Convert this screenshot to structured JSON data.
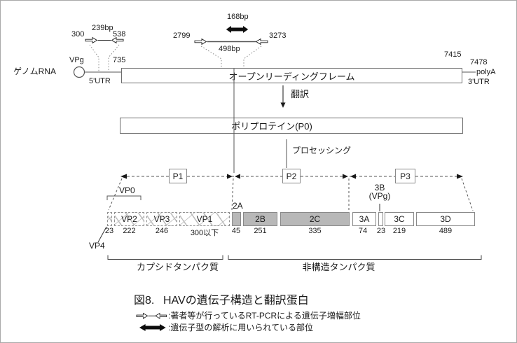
{
  "genome": {
    "label": "ゲノムRNA",
    "vpg": "VPg",
    "utr5": "5'UTR",
    "utr3": "3'UTR",
    "polya": "polyA",
    "orf_label": "オープンリーディングフレーム",
    "pos_orf_start": "735",
    "pos_orf_end": "7415",
    "pos_polya": "7478"
  },
  "primers": {
    "pair1": {
      "left_pos": "300",
      "right_pos": "538",
      "amplicon": "239bp"
    },
    "pair2": {
      "left_pos": "2799",
      "right_pos": "3273",
      "amplicon": "498bp",
      "genotyping": "168bp"
    }
  },
  "translation_label": "翻訳",
  "polyprotein_label": "ポリプロテイン(P0)",
  "processing_label": "プロセッシング",
  "regions": [
    {
      "label": "P1"
    },
    {
      "label": "P2"
    },
    {
      "label": "P3"
    }
  ],
  "annotations": {
    "vp0": "VP0",
    "vp4": "VP4",
    "a2": "2A",
    "b3": "3B",
    "b3_sub": "(VPg)"
  },
  "segments": [
    {
      "label": "",
      "size": "23"
    },
    {
      "label": "VP2",
      "size": "222"
    },
    {
      "label": "VP3",
      "size": "246"
    },
    {
      "label": "VP1",
      "size": "300以下"
    },
    {
      "label": "",
      "size": "45"
    },
    {
      "label": "2B",
      "size": "251"
    },
    {
      "label": "2C",
      "size": "335"
    },
    {
      "label": "3A",
      "size": "74"
    },
    {
      "label": "",
      "size": "23"
    },
    {
      "label": "3C",
      "size": "219"
    },
    {
      "label": "3D",
      "size": "489"
    }
  ],
  "brackets": {
    "capsid": "カプシドタンパク質",
    "nonstructural": "非構造タンパク質"
  },
  "caption": {
    "number": "図8.",
    "title": "HAVの遺伝子構造と翻訳蛋白",
    "legend_rtpcr": ":著者等が行っているRT-PCRによる遺伝子増幅部位",
    "legend_genotype": ":遺伝子型の解析に用いられている部位"
  },
  "colors": {
    "segment_gray": "#b8b8b8",
    "line_gray": "#aaaaaa",
    "ink": "#1a1a1a"
  }
}
